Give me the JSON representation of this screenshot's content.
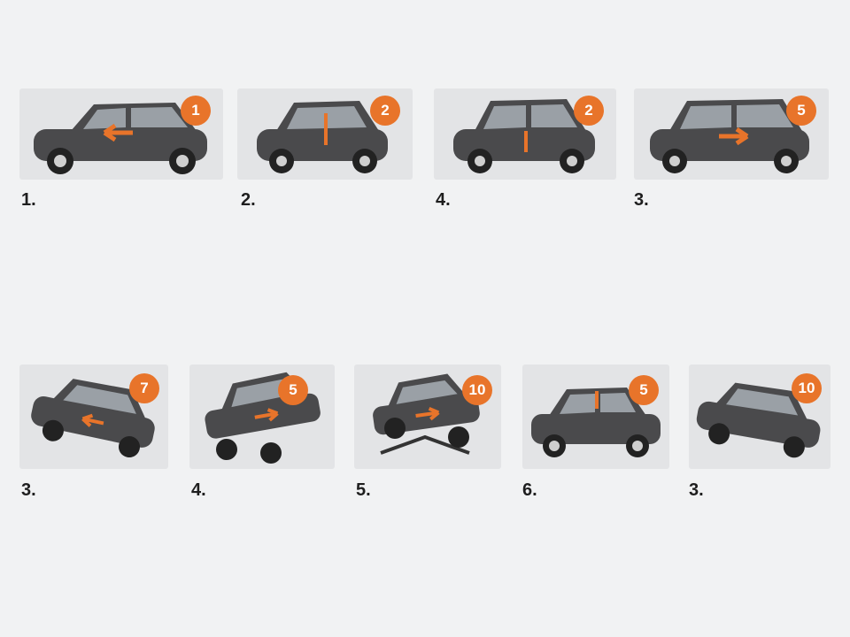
{
  "page": {
    "title": "",
    "subtitle": ""
  },
  "colors": {
    "accent": "#e8742a",
    "car": "#4a4a4c",
    "tile_bg": "#e3e4e6",
    "page_bg": "#f1f2f3"
  },
  "row1": [
    {
      "badge": "1",
      "num": "1.",
      "title": "",
      "body": ""
    },
    {
      "badge": "2",
      "num": "2.",
      "title": "",
      "body": ""
    },
    {
      "badge": "2",
      "num": "4.",
      "title": "",
      "body": ""
    },
    {
      "badge": "5",
      "num": "3.",
      "title": "",
      "body": ""
    }
  ],
  "row2": [
    {
      "badge": "7",
      "num": "3.",
      "title": "",
      "body": ""
    },
    {
      "badge": "5",
      "num": "4.",
      "title": "",
      "body": ""
    },
    {
      "badge": "10",
      "num": "5.",
      "title": "",
      "body": ""
    },
    {
      "badge": "5",
      "num": "6.",
      "title": "",
      "body": ""
    },
    {
      "badge": "10",
      "num": "3.",
      "title": "",
      "body": ""
    }
  ]
}
